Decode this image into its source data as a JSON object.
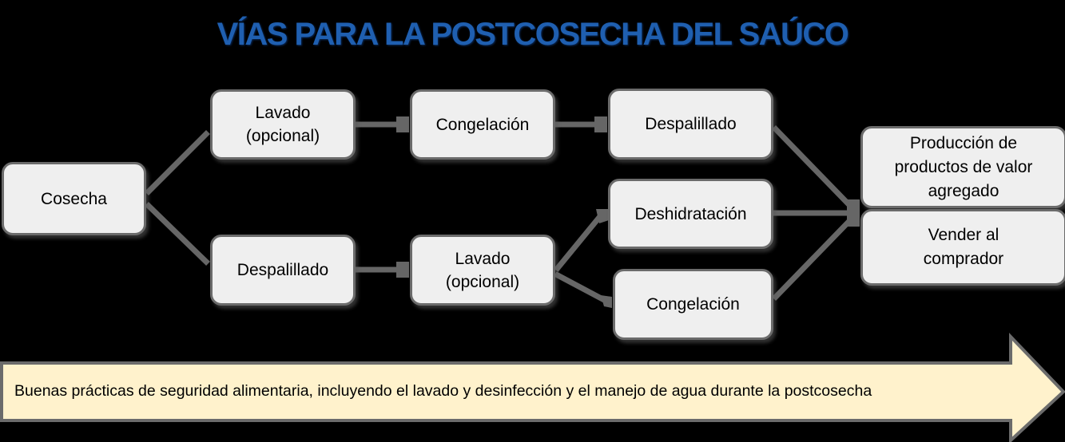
{
  "title": "VÍAS PARA LA POSTCOSECHA DEL SAÚCO",
  "colors": {
    "title": "#1f5fb0",
    "box_fill": "#efefef",
    "box_border": "#6b6b6b",
    "connector": "#666666",
    "band_fill": "#fff2cc",
    "background": "#000000"
  },
  "nodes": {
    "cosecha": "Cosecha",
    "lavado_top_line1": "Lavado",
    "lavado_top_line2": "(opcional)",
    "congelacion_top": "Congelación",
    "despalillado_top": "Despalillado",
    "despalillado_bottom": "Despalillado",
    "lavado_bottom_line1": "Lavado",
    "lavado_bottom_line2": "(opcional)",
    "deshidratacion": "Deshidratación",
    "congelacion_bottom": "Congelación",
    "produccion_line1": "Producción de",
    "produccion_line2": "productos de valor",
    "produccion_line3": "agregado",
    "vender_line1": "Vender al",
    "vender_line2": "comprador"
  },
  "edges": [
    [
      "Cosecha",
      "Lavado (opcional)"
    ],
    [
      "Cosecha",
      "Despalillado"
    ],
    [
      "Lavado (opcional)",
      "Congelación"
    ],
    [
      "Congelación",
      "Despalillado"
    ],
    [
      "Despalillado",
      "Lavado (opcional)"
    ],
    [
      "Lavado (opcional)",
      "Deshidratación"
    ],
    [
      "Lavado (opcional)",
      "Congelación"
    ],
    [
      "Despalillado",
      "Producción de productos de valor agregado / Vender al comprador"
    ],
    [
      "Deshidratación",
      "Producción de productos de valor agregado / Vender al comprador"
    ],
    [
      "Congelación",
      "Producción de productos de valor agregado / Vender al comprador"
    ]
  ],
  "footer_band": {
    "text": "Buenas prácticas de seguridad alimentaria, incluyendo el lavado y desinfección y el manejo de agua durante la postcosecha"
  }
}
